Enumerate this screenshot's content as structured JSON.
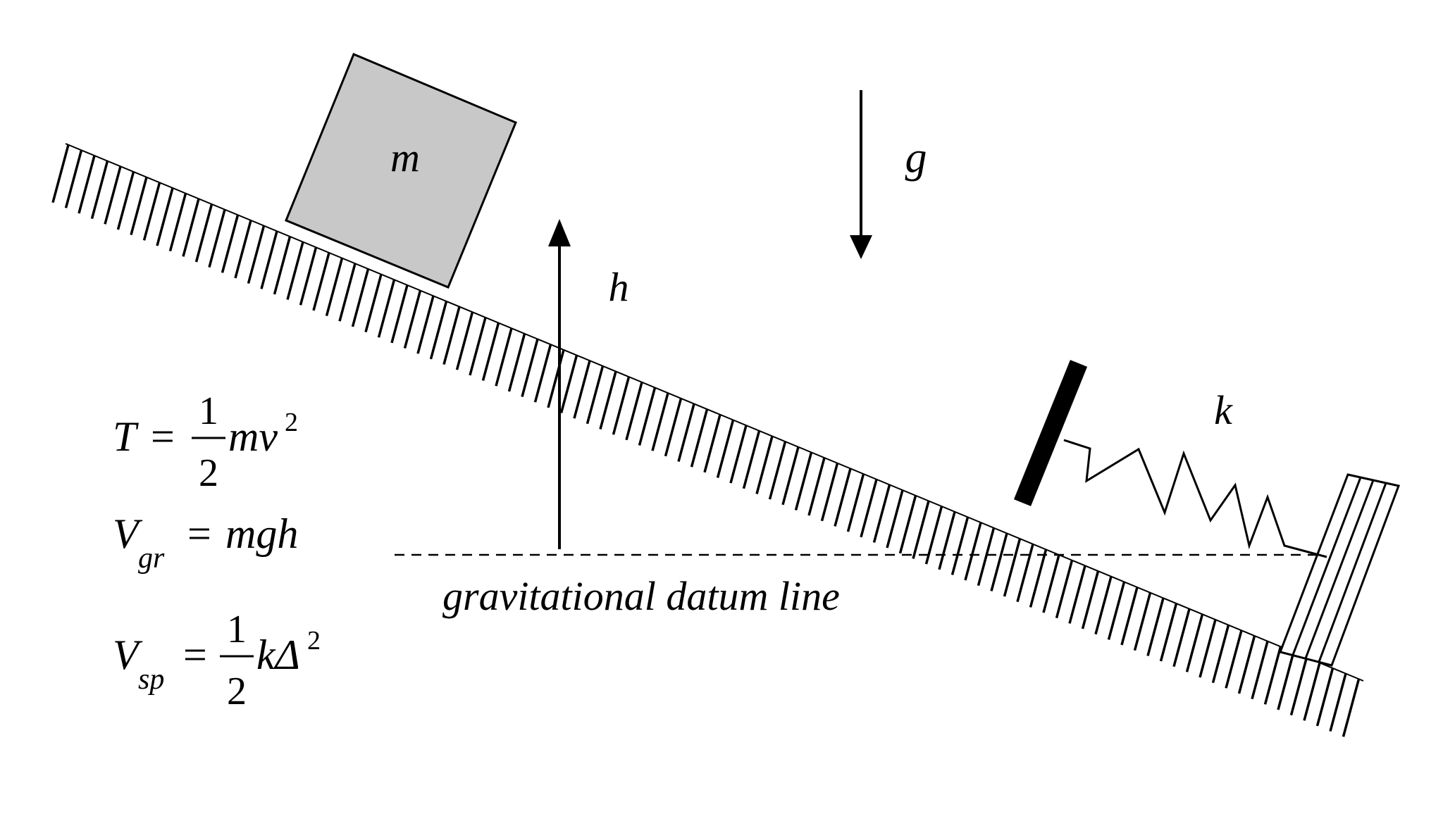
{
  "labels": {
    "mass": "m",
    "gravity": "g",
    "height": "h",
    "spring_constant": "k",
    "datum": "gravitational datum line"
  },
  "equations": {
    "kinetic": {
      "lhs": "T",
      "equals": "=",
      "frac_num": "1",
      "frac_den": "2",
      "rhs": "mv",
      "exponent": "2"
    },
    "gravitational": {
      "base": "V",
      "subscript": "gr",
      "equals": "=",
      "rhs": "mgh"
    },
    "spring": {
      "base": "V",
      "subscript": "sp",
      "equals": "=",
      "frac_num": "1",
      "frac_den": "2",
      "rhs": "kΔ",
      "exponent": "2"
    }
  },
  "colors": {
    "ink": "#000000",
    "block_fill": "#c8c8c8",
    "background": "#ffffff"
  }
}
